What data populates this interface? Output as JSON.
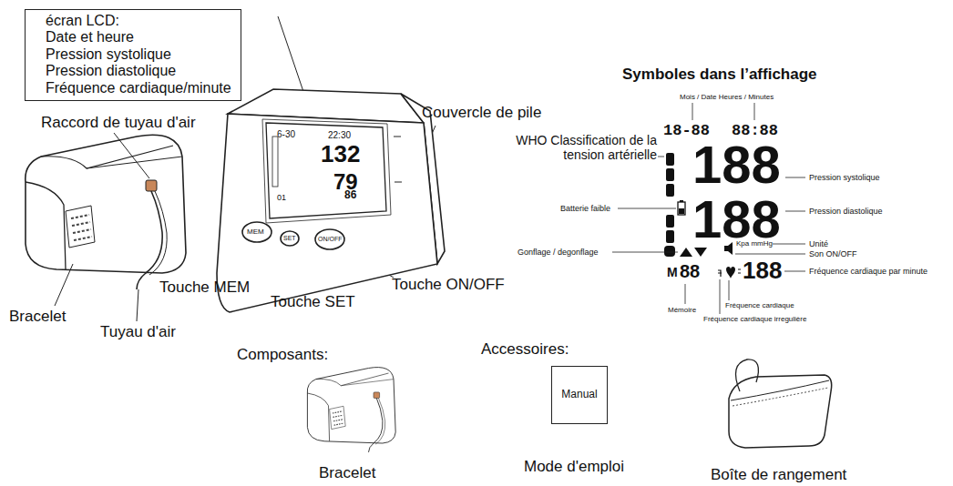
{
  "diagram": {
    "nodes": [
      {
        "text": [
          "écran LCD:",
          "Date et heure",
          "Pression systolique",
          "Pression diastolique",
          "Fréquence cardiaque/minute"
        ]
      },
      {
        "text": [
          "Manual"
        ]
      }
    ],
    "labels": [
      "Raccord de tuyau d'air",
      "Couvercle de pile",
      "Bracelet",
      "Tuyau d'air",
      "Touche MEM",
      "Touche SET",
      "Touche ON/OFF",
      "6-30",
      "22:30",
      "132",
      "79",
      "01",
      "86",
      "MEM",
      "SET",
      "ON/OFF",
      "Symboles dans l’affichage",
      "Mois / Date Heures / Minutes",
      "18-88",
      "88:88",
      "WHO Classification de la tension artérielle",
      "188",
      "Pression systolique",
      "Batterie faible",
      "188",
      "Pression diastolique",
      "Gonflage / degonflage",
      "Kpa mmHg",
      "Unité",
      "Son ON/OFF",
      "M",
      "88",
      "188",
      "Fréquence cardiaque par minute",
      "Mémoire",
      "Fréquence cardiaque",
      "Fréquence cardiaque irregulière",
      "Composants:",
      "Accessoires:",
      "Bracelet",
      "Mode d'emploi",
      "Boîte de rangement"
    ]
  }
}
